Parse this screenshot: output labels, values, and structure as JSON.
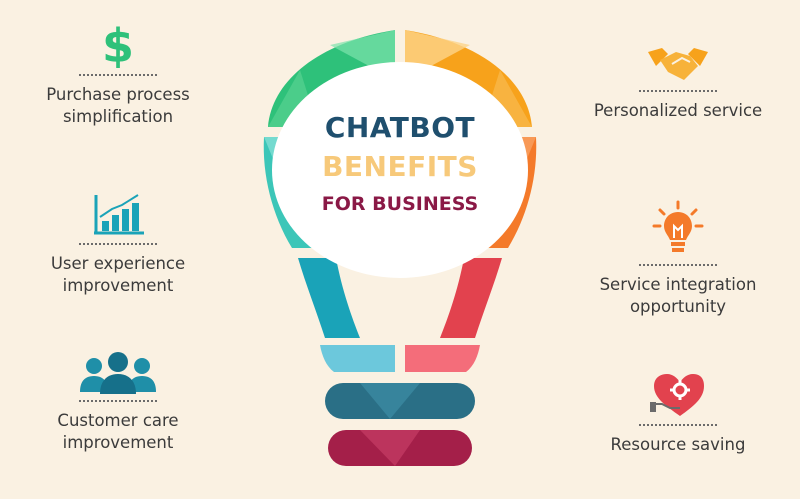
{
  "title": {
    "line1": "CHATBOT",
    "line2": "BENEFITS",
    "line3": "FOR BUSINESS"
  },
  "benefits": [
    {
      "id": "purchase",
      "icon": "dollar-icon",
      "label": "Purchase process\nsimplification"
    },
    {
      "id": "user-experience",
      "icon": "growth-chart-icon",
      "label": "User experience\nimprovement"
    },
    {
      "id": "customer-care",
      "icon": "people-group-icon",
      "label": "Customer care\nimprovement"
    },
    {
      "id": "personalized",
      "icon": "handshake-icon",
      "label": "Personalized service"
    },
    {
      "id": "service-integration",
      "icon": "lightbulb-icon",
      "label": "Service integration\nopportunity"
    },
    {
      "id": "resource-saving",
      "icon": "heart-gear-icon",
      "label": "Resource saving"
    }
  ],
  "colors": {
    "background": "#faf1e2",
    "green": "#2ec17a",
    "teal": "#1aa3a3",
    "orange": "#f7a21b",
    "red": "#e2424e",
    "title_dark": "#1f4f6e",
    "title_light": "#f7c97a",
    "title_accent": "#8a1946"
  }
}
